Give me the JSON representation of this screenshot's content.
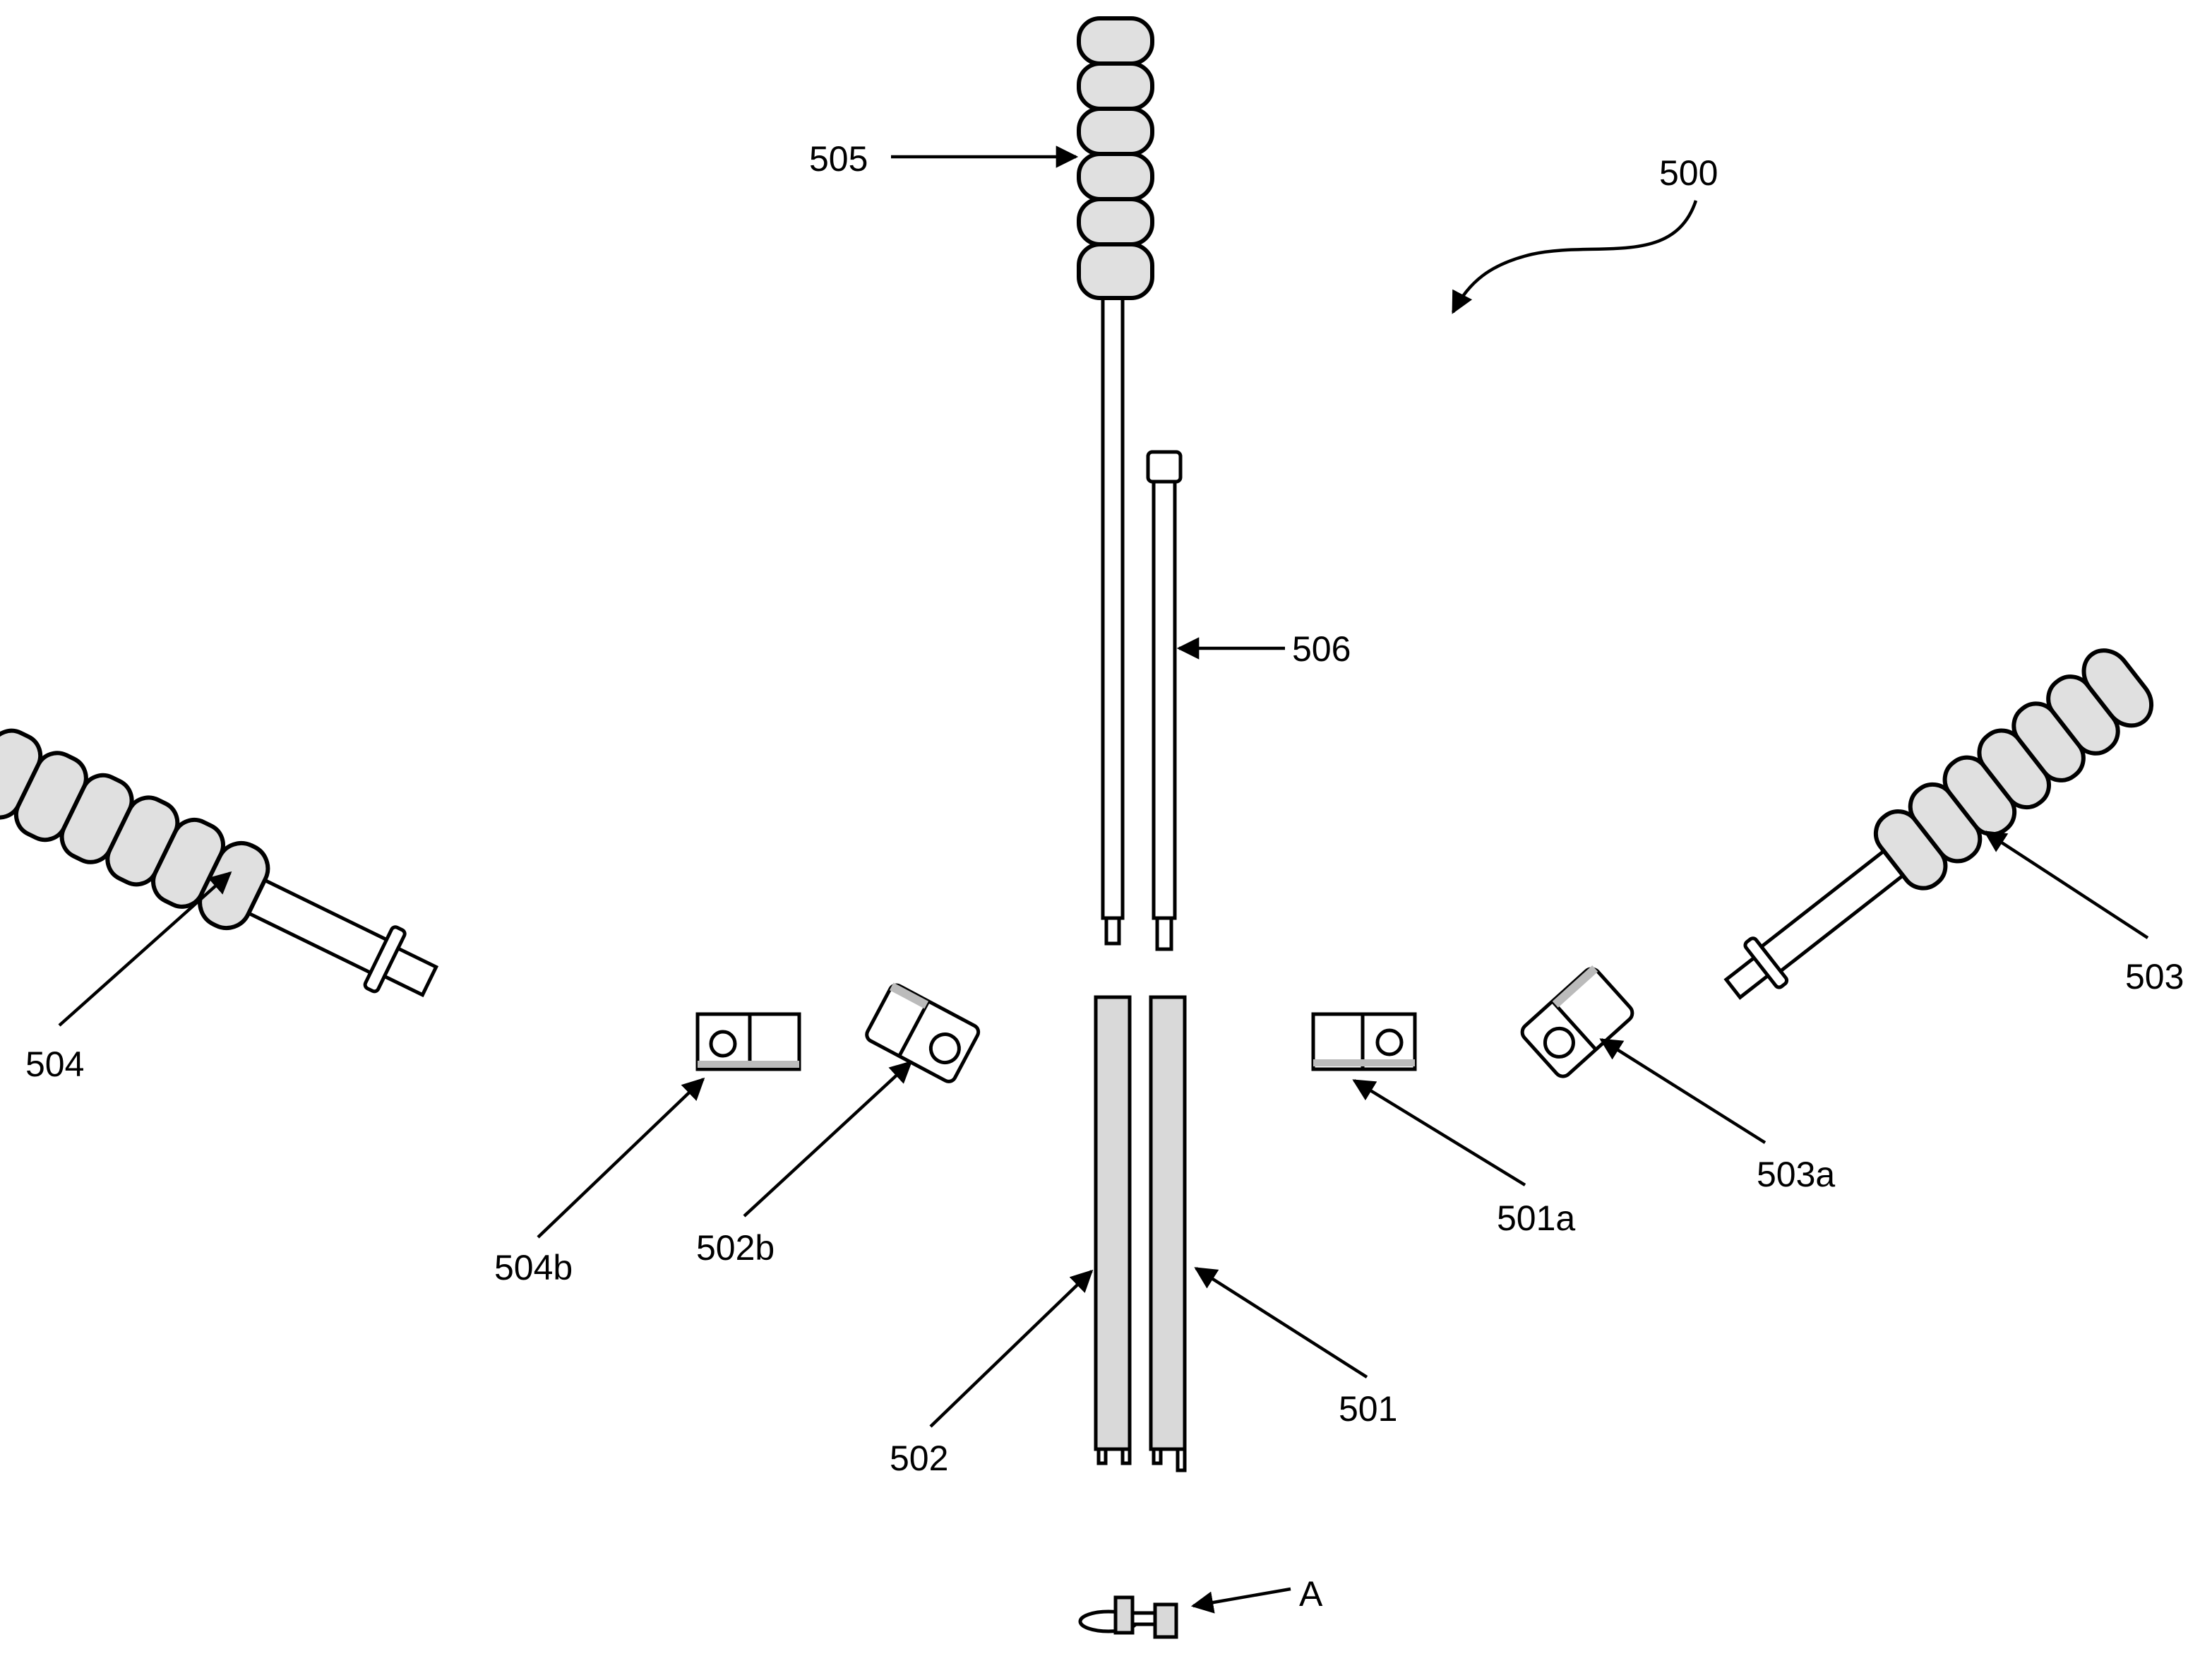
{
  "figure": {
    "reference_numeral": "500",
    "labels": {
      "l505": "505",
      "l506": "506",
      "l504": "504",
      "l503": "503",
      "l504b": "504b",
      "l502b": "502b",
      "l501a": "501a",
      "l503a": "503a",
      "l502": "502",
      "l501": "501",
      "lA": "A"
    }
  }
}
